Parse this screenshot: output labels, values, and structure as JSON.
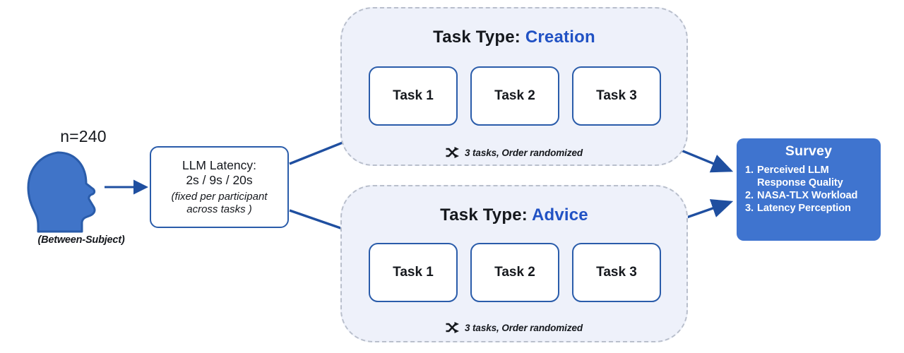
{
  "participants": {
    "sample_size": "n=240",
    "design_note": "(Between-Subject)",
    "head_icon": "head-profile-icon",
    "color": "#4074c8"
  },
  "latency": {
    "title": "LLM Latency:",
    "values": "2s / 9s / 20s",
    "note_line_1": "(fixed per participant",
    "note_line_2": "across tasks )"
  },
  "panels": [
    {
      "title_prefix": "Task Type: ",
      "title_accent": "Creation",
      "tasks": [
        "Task 1",
        "Task 2",
        "Task 3"
      ],
      "randomize_note": "3 tasks, Order randomized",
      "shuffle_icon": "shuffle-icon"
    },
    {
      "title_prefix": "Task Type: ",
      "title_accent": "Advice",
      "tasks": [
        "Task 1",
        "Task 2",
        "Task 3"
      ],
      "randomize_note": "3 tasks, Order randomized",
      "shuffle_icon": "shuffle-icon"
    }
  ],
  "survey": {
    "title": "Survey",
    "items": [
      {
        "num": "1.",
        "text": "Perceived LLM Response Quality"
      },
      {
        "num": "2.",
        "text": "NASA-TLX Workload"
      },
      {
        "num": "3.",
        "text": "Latency Perception"
      }
    ],
    "background_color": "#3f74cf",
    "text_color": "#ffffff"
  },
  "colors": {
    "accent_blue": "#2152c4",
    "line_blue": "#1f4fa0",
    "box_border": "#2a5caa",
    "panel_fill": "#eef1fa",
    "panel_border": "#b9bfcc"
  }
}
